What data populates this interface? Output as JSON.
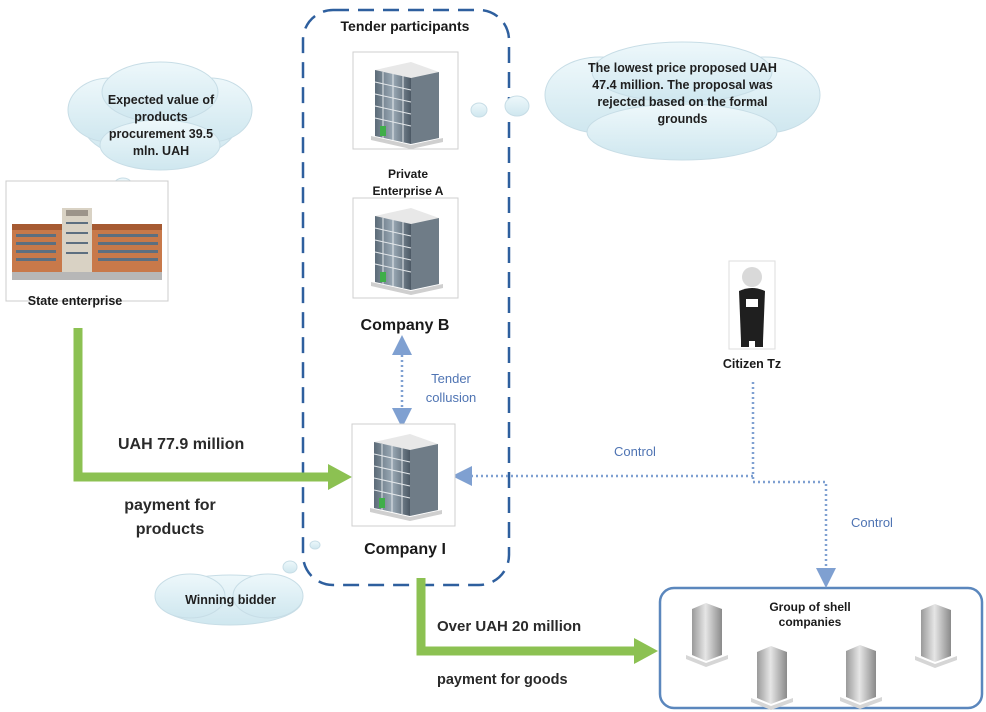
{
  "tender_box_title": "Tender participants",
  "cloud_expected": "Expected value of products procurement 39.5 mln. UAH",
  "cloud_lowest": "The lowest price proposed UAH 47.4 million. The proposal was rejected based on the formal grounds",
  "cloud_winning": "Winning bidder",
  "state_enterprise": "State enterprise",
  "private_enterprise_a": "Private Enterprise A",
  "company_b": "Company B",
  "company_i": "Company I",
  "citizen": "Citizen Tz",
  "tender_collusion": "Tender collusion",
  "control_1": "Control",
  "control_2": "Control",
  "payment_amount": "UAH 77.9 million",
  "payment_desc": "payment for products",
  "over_amount": "Over UAH 20 million",
  "goods_desc": "payment for goods",
  "shell_group": "Group of shell companies",
  "colors": {
    "arrow_green": "#8cc152",
    "dashed_border": "#2e5f9e",
    "dotted_blue": "#7fa0d1",
    "cloud_fill": "#dff0f5",
    "shell_border": "#5b87bd"
  }
}
